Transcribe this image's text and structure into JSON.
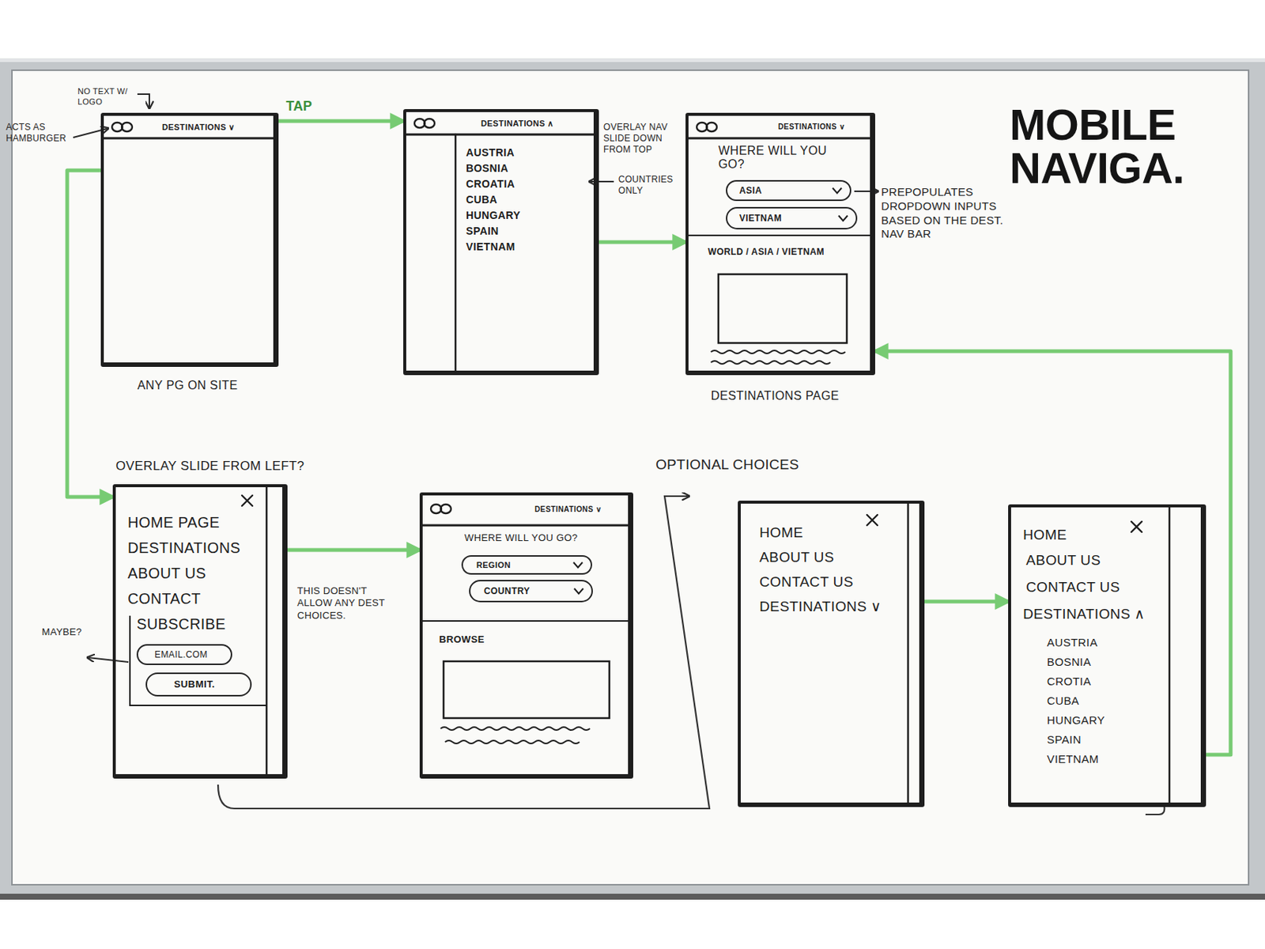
{
  "diagram": {
    "title": "MOBILE NAVIGA.",
    "nodes": [
      {
        "text": [
          "DESTINATIONS ∨",
          "ANY PG ON SITE"
        ]
      },
      {
        "text": [
          "DESTINATIONS ∧",
          "AUSTRIA",
          "BOSNIA",
          "CROATIA",
          "CUBA",
          "HUNGARY",
          "SPAIN",
          "VIETNAM"
        ]
      },
      {
        "text": [
          "DESTINATIONS ∨",
          "WHERE WILL YOU GO?",
          "WORLD / ASIA / VIETNAM",
          "DESTINATIONS PAGE"
        ]
      },
      {
        "text": [
          "ASIA"
        ],
        "in": 2
      },
      {
        "text": [
          "VIETNAM"
        ],
        "in": 2
      },
      {
        "text": [
          "OVERLAY SLIDE FROM LEFT?",
          "HOME PAGE",
          "DESTINATIONS",
          "ABOUT US",
          "CONTACT",
          "SUBSCRIBE"
        ]
      },
      {
        "text": [
          "EMAIL.COM"
        ],
        "in": 5
      },
      {
        "text": [
          "SUBMIT."
        ],
        "in": 5
      },
      {
        "text": [
          "DESTINATIONS ∨",
          "WHERE WILL YOU GO?",
          "BROWSE"
        ]
      },
      {
        "text": [
          "REGION"
        ],
        "in": 8
      },
      {
        "text": [
          "COUNTRY"
        ],
        "in": 8
      },
      {
        "text": [
          "HOME",
          "ABOUT US",
          "CONTACT US",
          "DESTINATIONS ∨"
        ]
      },
      {
        "text": [
          "HOME",
          "ABOUT US",
          "CONTACT US",
          "DESTINATIONS ∧",
          "AUSTRIA",
          "BOSNIA",
          "CROTIA",
          "CUBA",
          "HUNGARY",
          "SPAIN",
          "VIETNAM"
        ]
      }
    ],
    "edges": [
      {
        "from": 0,
        "to": 1,
        "arrow": "to",
        "label": "TAP"
      },
      {
        "from": 1,
        "to": 2,
        "arrow": "to"
      },
      {
        "from": 0,
        "to": 5,
        "arrow": "to"
      },
      {
        "from": 5,
        "to": 8,
        "arrow": "to"
      },
      {
        "from": 11,
        "to": 12,
        "arrow": "to"
      },
      {
        "from": 12,
        "to": 2,
        "arrow": "to"
      }
    ],
    "labels": [
      "NO TEXT W/ LOGO",
      "ACTS AS HAMBURGER",
      "OVERLAY NAV SLIDE DOWN FROM TOP",
      "COUNTRIES ONLY",
      "PREPOPULATES DROPDOWN INPUTS BASED ON THE DEST. NAV BAR",
      "THIS DOESN'T ALLOW ANY DEST CHOICES.",
      "MAYBE?",
      "OPTIONAL CHOICES"
    ]
  }
}
